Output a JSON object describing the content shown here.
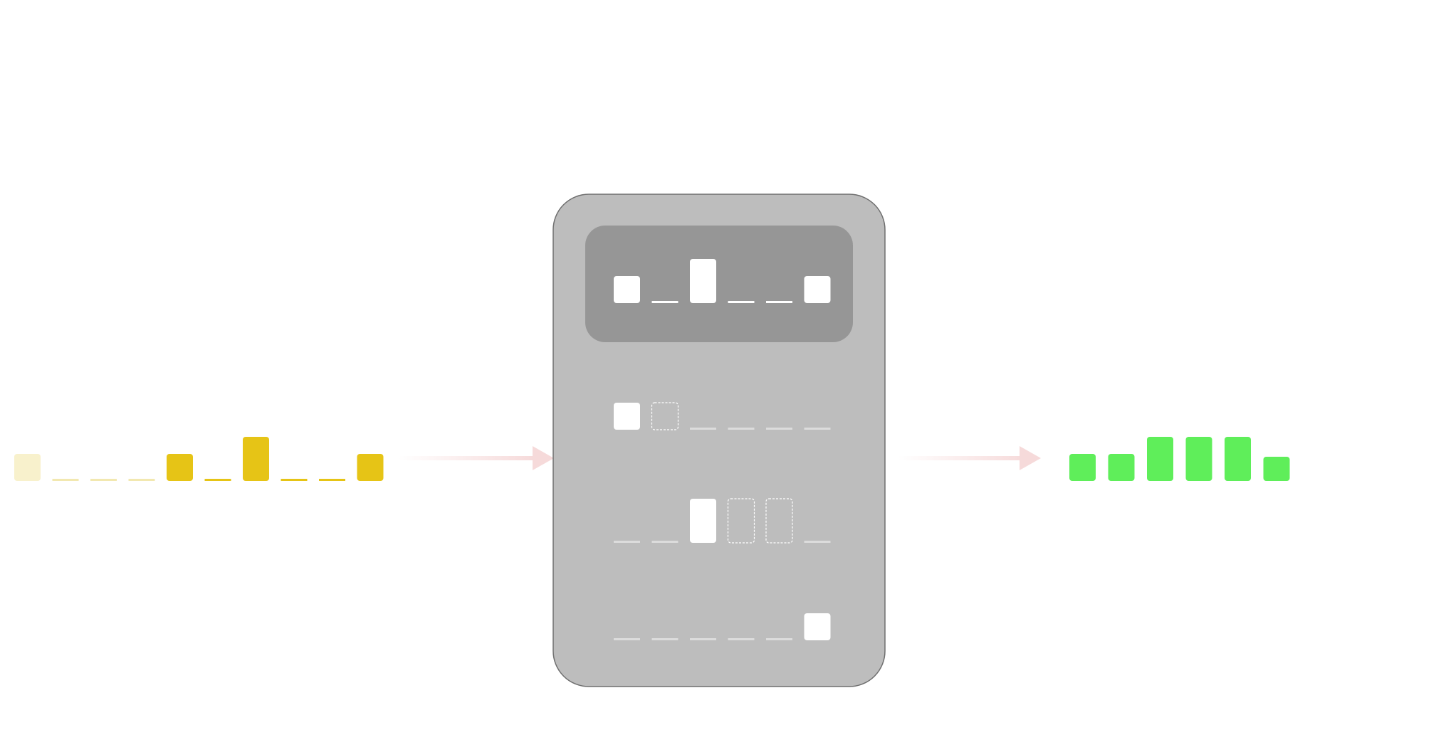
{
  "colors": {
    "background": "#ffffff",
    "input_active": "#e6c416",
    "input_faded": "#f8f1cc",
    "input_line_faded": "#f2e8b0",
    "output": "#5fee5a",
    "panel": "#bdbdbd",
    "panel_border": "#6e6e6e",
    "inner_panel": "#969696",
    "token": "#ffffff",
    "token_line_faint": "#dcdcdc",
    "arrow": "#f6dada"
  },
  "input_sequence": [
    {
      "kind": "block",
      "level": 1,
      "faded": true
    },
    {
      "kind": "gap",
      "faded": true
    },
    {
      "kind": "gap",
      "faded": true
    },
    {
      "kind": "gap",
      "faded": true
    },
    {
      "kind": "block",
      "level": 1,
      "faded": false
    },
    {
      "kind": "gap",
      "faded": false
    },
    {
      "kind": "block",
      "level": 2,
      "faded": false
    },
    {
      "kind": "gap",
      "faded": false
    },
    {
      "kind": "gap",
      "faded": false
    },
    {
      "kind": "block",
      "level": 1,
      "faded": false
    }
  ],
  "processor": {
    "header_row": [
      "block1",
      "gap",
      "block2",
      "gap",
      "gap",
      "block1"
    ],
    "rows": [
      [
        "block1",
        "dashed1",
        "gap",
        "gap",
        "gap",
        "gap"
      ],
      [
        "gap",
        "gap",
        "block2",
        "dashed2",
        "dashed2",
        "gap"
      ],
      [
        "gap",
        "gap",
        "gap",
        "gap",
        "gap",
        "block1"
      ]
    ]
  },
  "output_sequence": [
    1,
    1,
    2,
    2,
    2,
    1
  ]
}
